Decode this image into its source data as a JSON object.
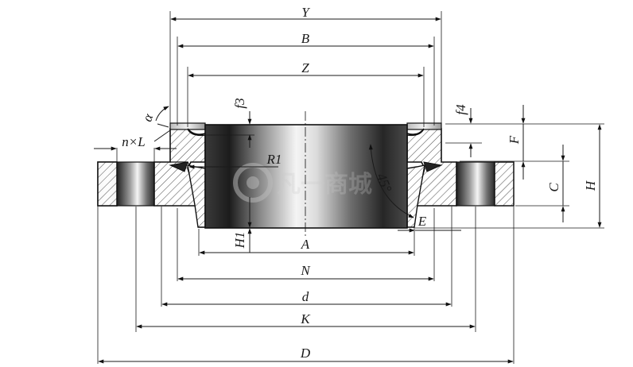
{
  "labels": {
    "Y": "Y",
    "B": "B",
    "Z": "Z",
    "f3": "f3",
    "f4": "f4",
    "alpha": "α",
    "nxL": "n×L",
    "R1": "R1",
    "angle": "45°",
    "F": "F",
    "C": "C",
    "H": "H",
    "E": "E",
    "H1": "H1",
    "A": "A",
    "N": "N",
    "d": "d",
    "K": "K",
    "D": "D"
  },
  "watermark": {
    "text": "凡一商城"
  },
  "colors": {
    "hatch": "#555555",
    "outline": "#111111",
    "metal_dark": "#2a2a2a",
    "metal_light": "#f2f2f2"
  }
}
